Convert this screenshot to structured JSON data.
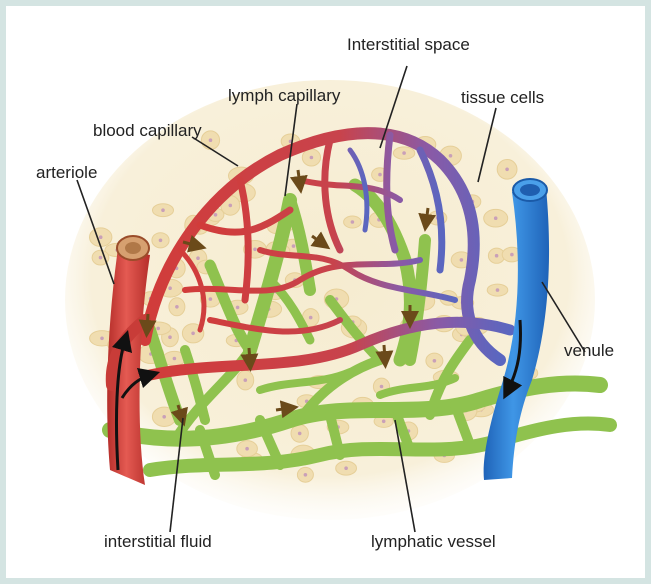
{
  "labels": {
    "interstitial_space": "Interstitial space",
    "lymph_capillary": "lymph capillary",
    "tissue_cells": "tissue cells",
    "blood_capillary": "blood capillary",
    "arteriole": "arteriole",
    "venule": "venule",
    "interstitial_fluid": "interstitial fluid",
    "lymphatic_vessel": "lymphatic vessel"
  },
  "colors": {
    "frame": "#d4e4e2",
    "tissue_background": "#f6ecd0",
    "tissue_cell": "#f0ddb0",
    "arteriole": "#d9443e",
    "blood_capillary": "#cf3a3a",
    "venous_capillary": "#7a5aa8",
    "venule": "#2f7fd6",
    "lymph": "#8fc24e",
    "arrow": "#6b4a1a"
  }
}
